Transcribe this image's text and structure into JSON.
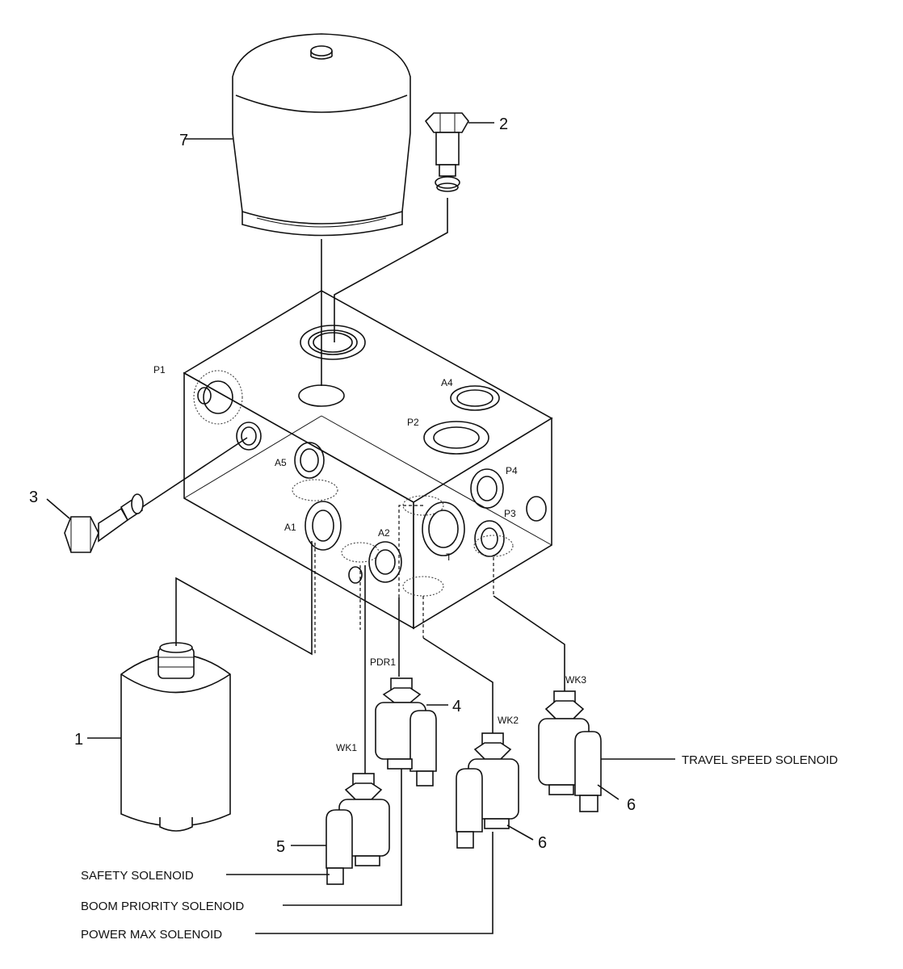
{
  "parts": {
    "p1": "1",
    "p2": "2",
    "p3": "3",
    "p4": "4",
    "p5": "5",
    "p6a": "6",
    "p6b": "6",
    "p7": "7"
  },
  "ports": {
    "P1": "P1",
    "P2": "P2",
    "P3": "P3",
    "P4": "P4",
    "A1": "A1",
    "A2": "A2",
    "A4": "A4",
    "A5": "A5",
    "T": "T",
    "PDR1": "PDR1",
    "WK1": "WK1",
    "WK2": "WK2",
    "WK3": "WK3"
  },
  "captions": {
    "travel_speed": "TRAVEL SPEED SOLENOID",
    "safety": "SAFETY SOLENOID",
    "boom_priority": "BOOM PRIORITY SOLENOID",
    "power_max": "POWER MAX SOLENOID"
  }
}
